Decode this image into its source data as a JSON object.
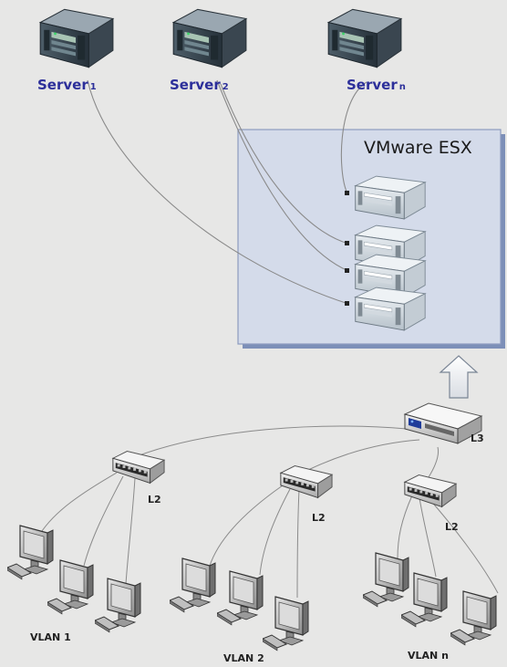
{
  "servers": [
    {
      "name": "Server",
      "sub": "1"
    },
    {
      "name": "Server",
      "sub": "2"
    },
    {
      "name": "Server",
      "sub": "n"
    }
  ],
  "esx": {
    "title": "VMware ESX"
  },
  "switches": {
    "l2": "L2",
    "l3": "L3"
  },
  "vlans": [
    "VLAN 1",
    "VLAN 2",
    "VLAN n"
  ],
  "colors": {
    "background": "#e7e7e6",
    "esx_box": "#d5dbea",
    "server_label": "#2c2f9a",
    "connector": "#8a8a8a"
  }
}
